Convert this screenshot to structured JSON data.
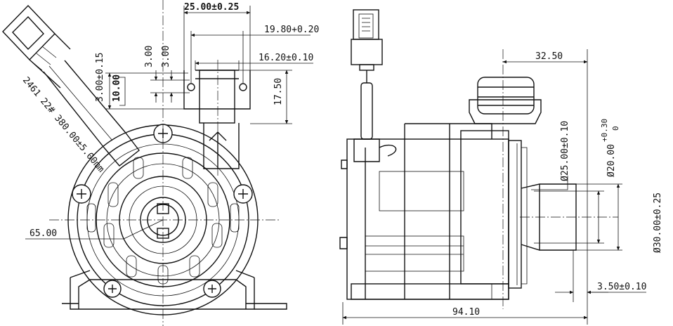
{
  "dimensions": {
    "width_25": "25.00±0.25",
    "width_19_8": "19.80+0.20",
    "width_16_2": "16.20±0.10",
    "h_3_00_a": "3.00",
    "h_3_00_b": "3.00",
    "h_3_00_tol": "3.00±0.15",
    "h_10_00": "10.00",
    "h_17_50": "17.50",
    "cable_spec": "2461 22# 380.00±5.00mm",
    "angle_65": "65.00",
    "len_32_50": "32.50",
    "dia_25": "Ø25.00±0.10",
    "dia_20": "Ø20.00",
    "dia_20_tol_upper": "+0.30",
    "dia_20_tol_lower": "0",
    "dia_30": "Ø30.00±0.25",
    "len_3_50": "3.50±0.10",
    "len_94_10": "94.10"
  }
}
